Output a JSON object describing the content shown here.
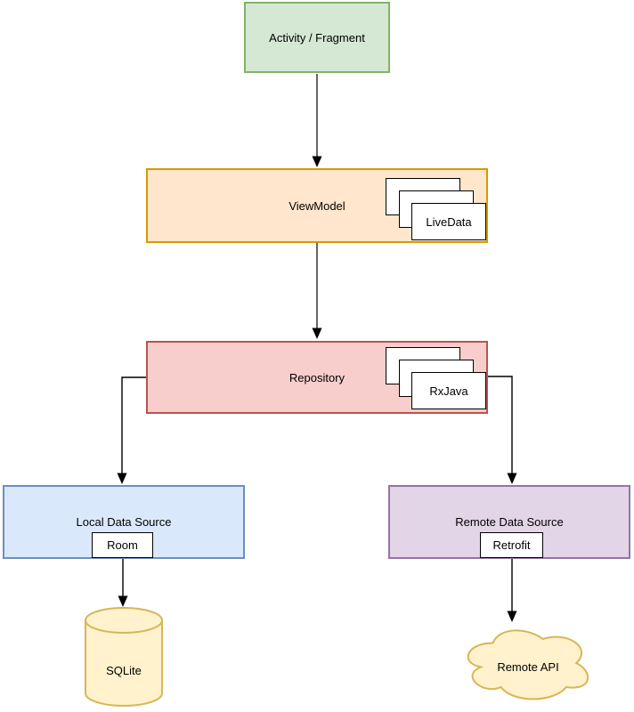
{
  "diagram": {
    "background": "#ffffff",
    "nodes": {
      "activity": {
        "label": "Activity / Fragment",
        "fill": "#d5e8d4",
        "stroke": "#82b366"
      },
      "viewmodel": {
        "label": "ViewModel",
        "fill": "#ffe6cc",
        "stroke": "#d79b00"
      },
      "repository": {
        "label": "Repository",
        "fill": "#f8cecc",
        "stroke": "#b85450"
      },
      "local_source": {
        "label": "Local Data Source",
        "badge": "Room",
        "fill": "#dae8fc",
        "stroke": "#6c8ebf"
      },
      "remote_source": {
        "label": "Remote Data Source",
        "badge": "Retrofit",
        "fill": "#e1d5e7",
        "stroke": "#9673a6"
      },
      "sqlite": {
        "label": "SQLite",
        "fill": "#fff2cc",
        "stroke": "#d6b656"
      },
      "remote_api": {
        "label": "Remote API",
        "fill": "#fff2cc",
        "stroke": "#d6b656"
      }
    },
    "stacks": {
      "livedata": {
        "cards": [
          "LiveData",
          "LiveData",
          "LiveData"
        ],
        "fill": "#ffffff",
        "stroke": "#000000"
      },
      "rxjava": {
        "cards": [
          "RxJava",
          "RxJava",
          "RxJava"
        ],
        "fill": "#ffffff",
        "stroke": "#000000"
      }
    },
    "edges": {
      "vertical_flow_color": "#666666",
      "branch_color": "#000000",
      "arrowhead_color": "#000000"
    }
  }
}
